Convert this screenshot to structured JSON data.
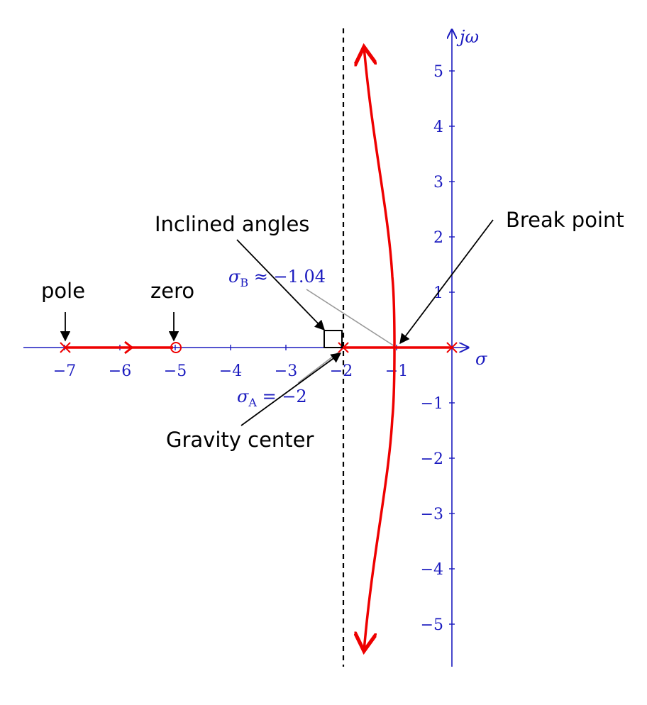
{
  "colors": {
    "axis": "#1b1bbf",
    "locus": "#ee0000",
    "annotation": "#000000",
    "leader": "#999999"
  },
  "axes": {
    "x_label": "σ",
    "y_label": "jω",
    "x_ticks": [
      "−7",
      "−6",
      "−5",
      "−4",
      "−3",
      "−2",
      "−1"
    ],
    "y_ticks": [
      "5",
      "4",
      "3",
      "2",
      "1",
      "−1",
      "−2",
      "−3",
      "−4",
      "−5"
    ]
  },
  "math_labels": {
    "sigma_b": {
      "symbol": "σ",
      "subscript": "B",
      "rest": " ≈ −1.04"
    },
    "sigma_a": {
      "symbol": "σ",
      "subscript": "A",
      "rest": " = −2"
    }
  },
  "annotations": {
    "pole": "pole",
    "zero": "zero",
    "inclined_angles": "Inclined angles",
    "break_point": "Break point",
    "gravity_center": "Gravity center"
  },
  "chart_data": {
    "type": "root-locus",
    "x_range": [
      -7.7,
      0.5
    ],
    "y_range": [
      -5.6,
      5.6
    ],
    "poles": [
      [
        -7,
        0
      ],
      [
        -2,
        0
      ],
      [
        0,
        0
      ]
    ],
    "zeros": [
      [
        -5,
        0
      ]
    ],
    "asymptote_center": -2,
    "break_point": -1.04,
    "real_axis_segments": [
      [
        -7,
        -5
      ],
      [
        -2,
        0
      ]
    ]
  }
}
